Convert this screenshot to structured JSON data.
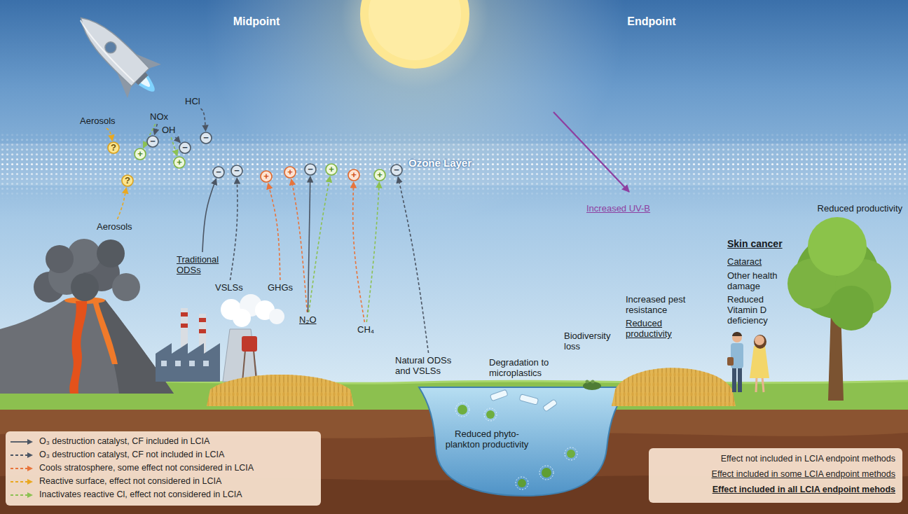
{
  "diagram": {
    "nodes": [
      {
        "text": [
          "HCl"
        ]
      },
      {
        "text": [
          "NOx"
        ]
      },
      {
        "text": [
          "OH"
        ]
      },
      {
        "text": [
          "Aerosols"
        ]
      },
      {
        "text": [
          "?"
        ]
      },
      {
        "text": [
          "+"
        ]
      },
      {
        "text": [
          "−"
        ]
      },
      {
        "text": [
          "+"
        ]
      },
      {
        "text": [
          "−"
        ]
      },
      {
        "text": [
          "−"
        ]
      },
      {
        "text": [
          "?"
        ]
      },
      {
        "text": [
          "−"
        ]
      },
      {
        "text": [
          "−"
        ]
      },
      {
        "text": [
          "+"
        ]
      },
      {
        "text": [
          "+"
        ]
      },
      {
        "text": [
          "−"
        ]
      },
      {
        "text": [
          "+"
        ]
      },
      {
        "text": [
          "+"
        ]
      },
      {
        "text": [
          "+"
        ]
      },
      {
        "text": [
          "−"
        ]
      },
      {
        "text": [
          "Aerosols"
        ]
      },
      {
        "text": [
          "Traditional ODSs"
        ]
      },
      {
        "text": [
          "VSLSs"
        ]
      },
      {
        "text": [
          "GHGs"
        ]
      },
      {
        "text": [
          "N₂O"
        ]
      },
      {
        "text": [
          "CH₄"
        ]
      },
      {
        "text": [
          "Natural ODSs and VSLSs"
        ]
      }
    ],
    "edges": [
      {
        "from": 0,
        "to": 9,
        "arrow": "to"
      },
      {
        "from": 1,
        "to": 6,
        "arrow": "to"
      },
      {
        "from": 1,
        "to": 5,
        "arrow": "to"
      },
      {
        "from": 2,
        "to": 8,
        "arrow": "to"
      },
      {
        "from": 2,
        "to": 7,
        "arrow": "to"
      },
      {
        "from": 3,
        "to": 4,
        "arrow": "to"
      },
      {
        "from": 20,
        "to": 10,
        "arrow": "to"
      },
      {
        "from": 21,
        "to": 11,
        "arrow": "to"
      },
      {
        "from": 22,
        "to": 12,
        "arrow": "to"
      },
      {
        "from": 23,
        "to": 13,
        "arrow": "to"
      },
      {
        "from": 24,
        "to": 14,
        "arrow": "to"
      },
      {
        "from": 24,
        "to": 15,
        "arrow": "to"
      },
      {
        "from": 24,
        "to": 16,
        "arrow": "to"
      },
      {
        "from": 25,
        "to": 17,
        "arrow": "to"
      },
      {
        "from": 25,
        "to": 18,
        "arrow": "to"
      },
      {
        "from": 26,
        "to": 19,
        "arrow": "to"
      }
    ],
    "labels": [
      "Midpoint",
      "Endpoint",
      "Ozone Layer",
      "Increased UV-B",
      "Reduced productivity",
      "Skin cancer",
      "Cataract",
      "Other health damage",
      "Reduced Vitamin D deficiency",
      "Increased pest resistance",
      "Reduced productivity",
      "Biodiversity loss",
      "Degradation to microplastics",
      "Reduced phyto- plankton productivity"
    ],
    "legend": [
      {
        "text": "O₃ destruction catalyst, CF included in LCIA"
      },
      {
        "text": "O₃ destruction catalyst, CF not included in LCIA"
      },
      {
        "text": "Cools stratosphere, some effect not considered in LCIA"
      },
      {
        "text": "Reactive surface, effect not considered in LCIA"
      },
      {
        "text": "Inactivates reactive Cl, effect not considered in LCIA"
      },
      {
        "text": "Effect not included in LCIA endpoint methods"
      },
      {
        "text": "Effect included in some LCIA endpoint methods"
      },
      {
        "text": "Effect included in all LCIA endpoint mehods"
      }
    ]
  }
}
